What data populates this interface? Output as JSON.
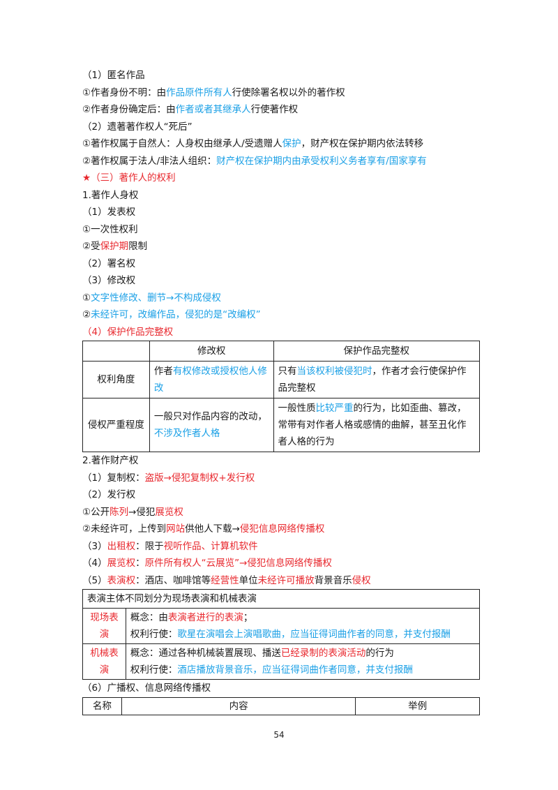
{
  "lines_a": [
    [
      {
        "t": "（1）匿名作品",
        "c": ""
      }
    ],
    [
      {
        "t": "①作者身份不明：由",
        "c": ""
      },
      {
        "t": "作品原件所有人",
        "c": "blue"
      },
      {
        "t": "行使除署名权以外的著作权",
        "c": ""
      }
    ],
    [
      {
        "t": "②作者身份确定后：由",
        "c": ""
      },
      {
        "t": "作者或者其继承人",
        "c": "blue"
      },
      {
        "t": "行使著作权",
        "c": ""
      }
    ],
    [
      {
        "t": "（2）遗著著作权人“死后”",
        "c": ""
      }
    ],
    [
      {
        "t": "①著作权属于自然人：人身权由继承人/受遗赠人",
        "c": ""
      },
      {
        "t": "保护",
        "c": "blue"
      },
      {
        "t": "，财产权在保护期内依法转移",
        "c": ""
      }
    ],
    [
      {
        "t": "②著作权属于法人/非法人组织：",
        "c": ""
      },
      {
        "t": "财产权在保护期内由承受权利义务者享有/国家享有",
        "c": "blue"
      }
    ],
    [
      {
        "t": "★（三）著作人的权利",
        "c": "red"
      }
    ],
    [
      {
        "t": "1.著作人身权",
        "c": ""
      }
    ],
    [
      {
        "t": "（1）发表权",
        "c": ""
      }
    ],
    [
      {
        "t": "①一次性权利",
        "c": ""
      }
    ],
    [
      {
        "t": "②受",
        "c": ""
      },
      {
        "t": "保护期",
        "c": "red"
      },
      {
        "t": "限制",
        "c": ""
      }
    ],
    [
      {
        "t": "（2）署名权",
        "c": ""
      }
    ],
    [
      {
        "t": "（3）修改权",
        "c": ""
      }
    ],
    [
      {
        "t": "①",
        "c": ""
      },
      {
        "t": "文字性修改、删节→不构成侵权",
        "c": "blue"
      }
    ],
    [
      {
        "t": "②",
        "c": ""
      },
      {
        "t": "未经许可，改编作品，侵犯的是“改编权”",
        "c": "blue"
      }
    ],
    [
      {
        "t": "（4）保护作品完整权",
        "c": "red"
      }
    ]
  ],
  "table1": {
    "headers": [
      "",
      "修改权",
      "保护作品完整权"
    ],
    "rows": [
      {
        "label": "权利角度",
        "col1": [
          {
            "t": "作者",
            "c": ""
          },
          {
            "t": "有权修改或授权他人修改",
            "c": "blue"
          }
        ],
        "col2": [
          {
            "t": "只有",
            "c": ""
          },
          {
            "t": "当该权利被侵犯时",
            "c": "blue"
          },
          {
            "t": "，作者才会行使保护作品完整权",
            "c": ""
          }
        ]
      },
      {
        "label": "侵权严重程度",
        "col1": [
          {
            "t": "一般只对作品内容的改动，",
            "c": ""
          },
          {
            "t": "不涉及作者人格",
            "c": "blue"
          }
        ],
        "col2": [
          {
            "t": "一般性质",
            "c": ""
          },
          {
            "t": "比较严重",
            "c": "blue"
          },
          {
            "t": "的行为，比如歪曲、篡改，常带有对作者人格或感情的曲解，甚至丑化作者人格的行为",
            "c": ""
          }
        ]
      }
    ]
  },
  "lines_b": [
    [
      {
        "t": "2.著作财产权",
        "c": ""
      }
    ],
    [
      {
        "t": "（1）复制权：",
        "c": ""
      },
      {
        "t": "盗版→侵犯复制权+发行权",
        "c": "red"
      }
    ],
    [
      {
        "t": "（2）发行权",
        "c": ""
      }
    ],
    [
      {
        "t": "①公开",
        "c": ""
      },
      {
        "t": "陈列",
        "c": "red"
      },
      {
        "t": "→侵犯",
        "c": ""
      },
      {
        "t": "展览权",
        "c": "red"
      }
    ],
    [
      {
        "t": "②未经许可，上传到",
        "c": ""
      },
      {
        "t": "网站",
        "c": "red"
      },
      {
        "t": "供他人下载→",
        "c": ""
      },
      {
        "t": "侵犯信息网络传播权",
        "c": "red"
      }
    ],
    [
      {
        "t": "（3）",
        "c": ""
      },
      {
        "t": "出租权",
        "c": "red"
      },
      {
        "t": "：限于",
        "c": ""
      },
      {
        "t": "视听作品、计算机软件",
        "c": "red"
      }
    ],
    [
      {
        "t": "（4）",
        "c": ""
      },
      {
        "t": "展览权",
        "c": "red"
      },
      {
        "t": "：",
        "c": ""
      },
      {
        "t": "原件所有权人“云展览”→侵犯信息网络传播权",
        "c": "red"
      }
    ],
    [
      {
        "t": "（5）",
        "c": ""
      },
      {
        "t": "表演权",
        "c": "red"
      },
      {
        "t": "：酒店、咖啡馆等",
        "c": ""
      },
      {
        "t": "经营性",
        "c": "red"
      },
      {
        "t": "单位",
        "c": ""
      },
      {
        "t": "未经许可播放",
        "c": "red"
      },
      {
        "t": "背景音乐",
        "c": ""
      },
      {
        "t": "侵权",
        "c": "red"
      }
    ]
  ],
  "table2": {
    "header": "表演主体不同划分为现场表演和机械表演",
    "rows": [
      {
        "label": "现场表演",
        "l1": [
          {
            "t": "概念：由",
            "c": ""
          },
          {
            "t": "表演者进行的表演",
            "c": "red"
          },
          {
            "t": "；",
            "c": ""
          }
        ],
        "l2": [
          {
            "t": "权利行使：",
            "c": ""
          },
          {
            "t": "歌星在演唱会上演唱歌曲，应当征得词曲作者的同意，并支付报酬",
            "c": "blue"
          }
        ]
      },
      {
        "label": "机械表演",
        "l1": [
          {
            "t": "概念：通过各种机械装置展现、播送",
            "c": ""
          },
          {
            "t": "已经录制的表演活动",
            "c": "red"
          },
          {
            "t": "的行为",
            "c": ""
          }
        ],
        "l2": [
          {
            "t": "权利行使：",
            "c": ""
          },
          {
            "t": "酒店播放背景音乐，应当征得词曲作者同意，并支付报酬",
            "c": "blue"
          }
        ]
      }
    ]
  },
  "line_c": [
    {
      "t": "（6）广播权、信息网络传播权",
      "c": ""
    }
  ],
  "table3": {
    "headers": [
      "名称",
      "内容",
      "举例"
    ]
  },
  "page_number": "54"
}
